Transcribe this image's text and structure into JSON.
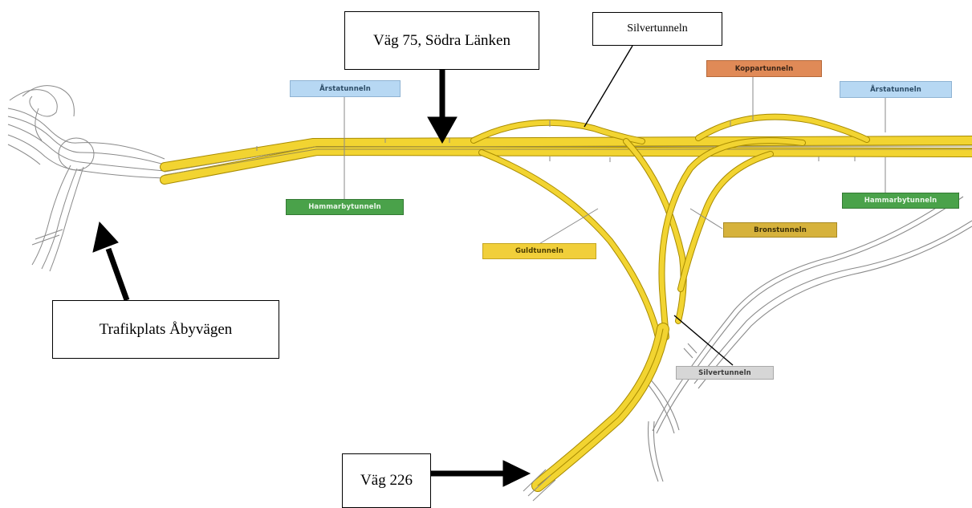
{
  "callouts": {
    "main_road": "Väg 75, Södra Länken",
    "silver_top": "Silvertunneln",
    "junction": "Trafikplats Åbyvägen",
    "road_226": "Väg 226"
  },
  "tunnel_tags": {
    "arsta_left": "Årstatunneln",
    "arsta_right": "Årstatunneln",
    "koppar": "Koppartunneln",
    "hammarby_left": "Hammarbytunneln",
    "hammarby_right": "Hammarbytunneln",
    "brons": "Bronstunneln",
    "guld": "Guldtunneln",
    "silver_small": "Silvertunneln"
  },
  "colors": {
    "tunnel_road": "#f2d431",
    "road_edge": "#a88b00",
    "surface_road": "#8a8a8a",
    "arsta_tag": "#b7d8f3",
    "koppar_tag": "#e08a57",
    "hammarby_tag": "#4aa24a",
    "brons_tag": "#d6b23c",
    "guld_tag": "#f1cf3a",
    "silver_tag": "#d6d6d6"
  }
}
